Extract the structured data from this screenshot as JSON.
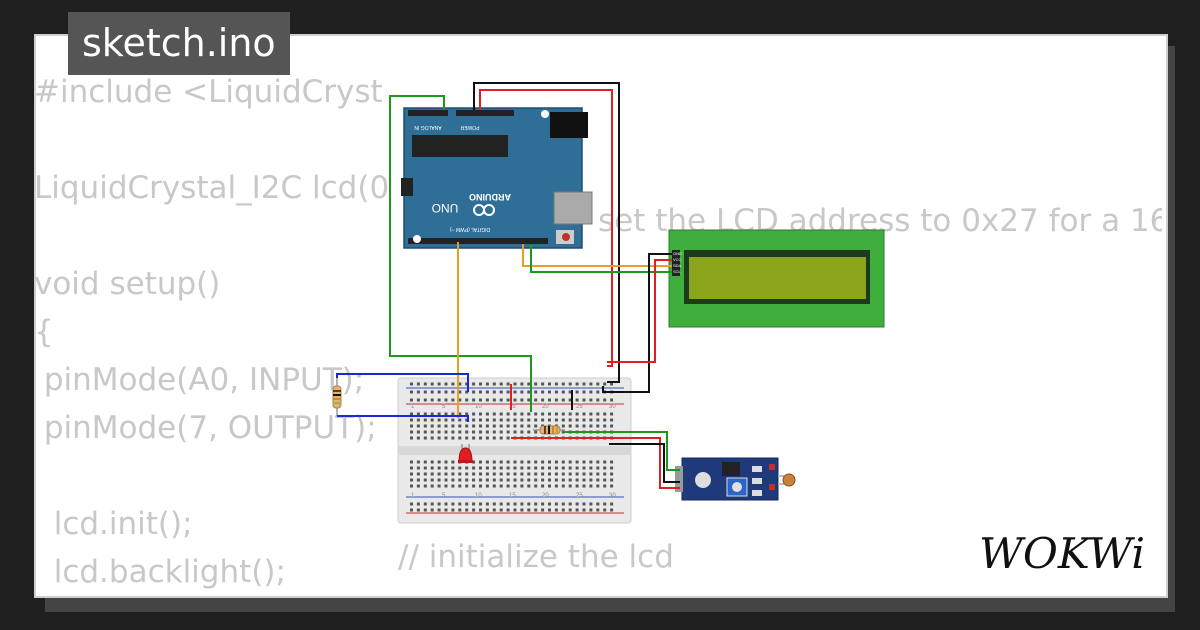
{
  "title": "sketch.ino",
  "brand": "WOKWi",
  "code_lines": [
    "#include <LiquidCryst",
    "",
    "LiquidCrystal_I2C lcd(0",
    "",
    "void setup()",
    "{",
    " pinMode(A0, INPUT);",
    " pinMode(7, OUTPUT);",
    "",
    "  lcd.init();",
    "  lcd.backlight();"
  ],
  "code_fragments": {
    "lcd_comment": "set the LCD address to 0x27 for a 16",
    "init_comment": "// initialize the lcd"
  },
  "board": {
    "brand": "ARDUINO",
    "model": "UNO",
    "digital_label": "DIGITAL (PWM ~)",
    "analog_label": "ANALOG IN",
    "power_label": "POWER"
  },
  "lcd_pins": [
    "GND",
    "VCC",
    "SDA",
    "SCL"
  ],
  "breadboard_numbers": [
    "1",
    "5",
    "10",
    "15",
    "20",
    "25",
    "30"
  ],
  "colors": {
    "board": "#2f6e96",
    "lcd_pcb": "#3fae3c",
    "lcd_screen": "#8aa41c",
    "sensor": "#1e3a7a",
    "breadboard": "#e9e9e9"
  }
}
